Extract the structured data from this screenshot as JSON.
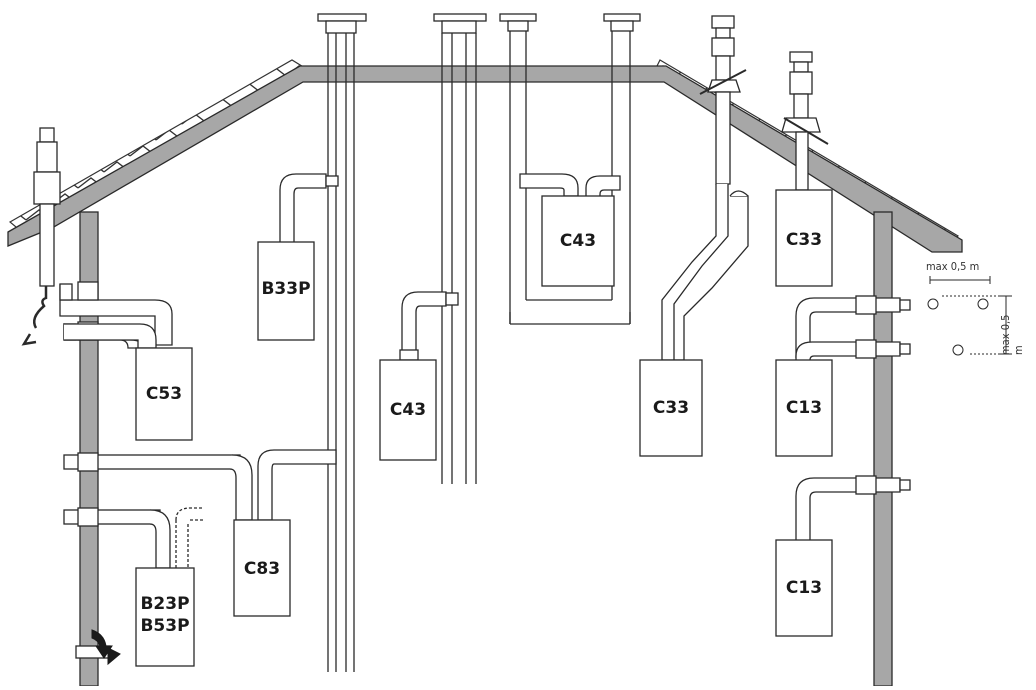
{
  "labels": {
    "b33p": "B33P",
    "c53": "C53",
    "c43_left": "C43",
    "c43_top": "C43",
    "c83": "C83",
    "b23p": "B23P",
    "b53p": "B53P",
    "c33_left": "C33",
    "c33_right": "C33",
    "c13_upper": "C13",
    "c13_lower": "C13"
  },
  "dimensions": {
    "horizontal": "max 0,5 m",
    "vertical": "max 0,5 m"
  },
  "colors": {
    "wall": "#a7a7a7",
    "outline": "#2a2a2a",
    "pipe": "#ffffff",
    "background": "#ffffff"
  }
}
